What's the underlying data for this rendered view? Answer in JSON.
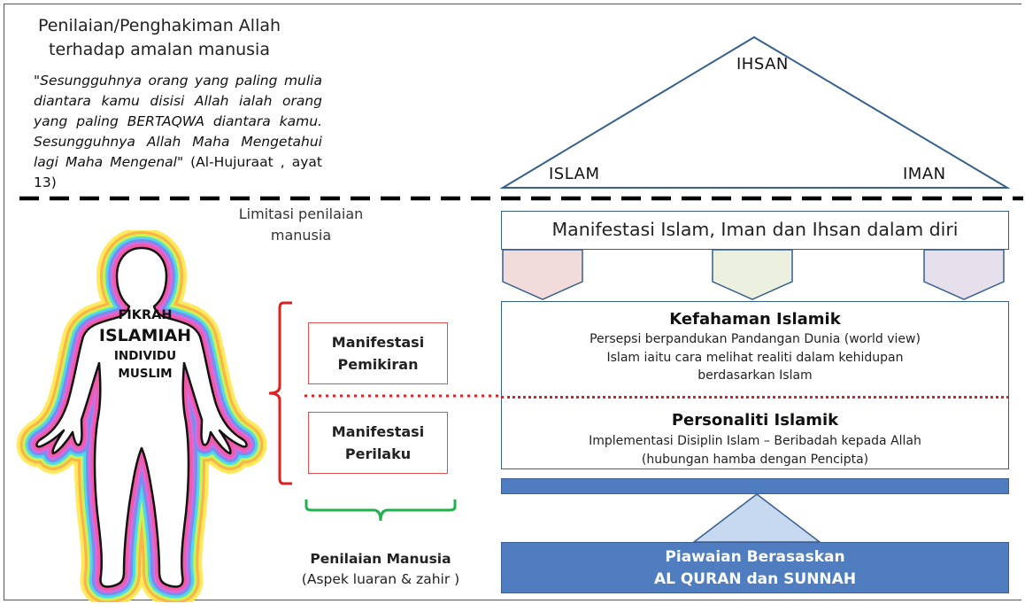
{
  "header": {
    "title_line1": "Penilaian/Penghakiman Allah",
    "title_line2": "terhadap amalan manusia"
  },
  "quote": {
    "italic_text": "\"Sesungguhnya orang yang paling mulia diantara kamu disisi Allah ialah orang yang paling BERTAQWA diantara kamu. Sesungguhnya Allah Maha Mengetahui lagi Maha Mengenal\"",
    "reference": " (Al-Hujuraat , ayat 13)"
  },
  "limitation": {
    "line1": "Limitasi penilaian",
    "line2": "manusia"
  },
  "triangle": {
    "top": "IHSAN",
    "left": "ISLAM",
    "right": "IMAN"
  },
  "figure": {
    "line1": "FIKRAH",
    "line2": "ISLAMIAH",
    "line3": "INDIVIDU",
    "line4": "MUSLIM"
  },
  "manifestations": {
    "pemikiran_line1": "Manifestasi",
    "pemikiran_line2": "Pemikiran",
    "perilaku_line1": "Manifestasi",
    "perilaku_line2": "Perilaku"
  },
  "human_assessment": {
    "title": "Penilaian Manusia",
    "subtitle": "(Aspek luaran & zahir )"
  },
  "manifest_box": {
    "label": "Manifestasi Islam, Iman dan Ihsan dalam diri"
  },
  "kefahaman": {
    "title": "Kefahaman Islamik",
    "line1": "Persepsi berpandukan Pandangan Dunia (world view)",
    "line2": "Islam iaitu cara melihat realiti dalam kehidupan",
    "line3": "berdasarkan Islam"
  },
  "personaliti": {
    "title": "Personaliti Islamik",
    "line1": "Implementasi Disiplin Islam – Beribadah kepada Allah",
    "line2": "(hubungan hamba dengan Pencipta)"
  },
  "foundation": {
    "line1": "Piawaian Berasaskan",
    "line2": "AL QURAN  dan SUNNAH"
  },
  "colors": {
    "arrow_left": "#f2dcdb",
    "arrow_middle": "#ebf1de",
    "arrow_right": "#e5e0ec",
    "foundation_blue": "#4f7dc0",
    "frame_blue": "#365f91",
    "red_accent": "#e02020",
    "green_brace": "#22b14c"
  }
}
